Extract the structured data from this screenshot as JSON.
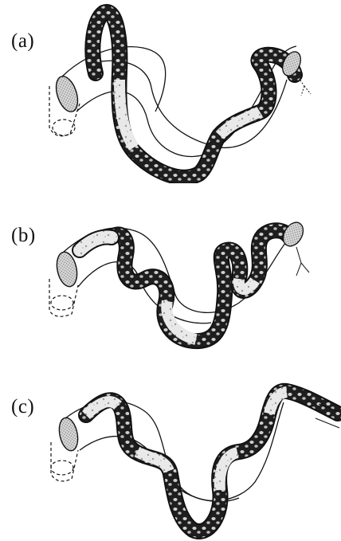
{
  "figure": {
    "panels": [
      {
        "label": "(a)"
      },
      {
        "label": "(b)"
      },
      {
        "label": "(c)"
      }
    ],
    "colors": {
      "ink": "#111111",
      "body_light": "#e6e6e6",
      "body_dark": "#2a2a2a",
      "spot": "#8a8a8a",
      "tube_fill": "#cfcfcf"
    }
  }
}
